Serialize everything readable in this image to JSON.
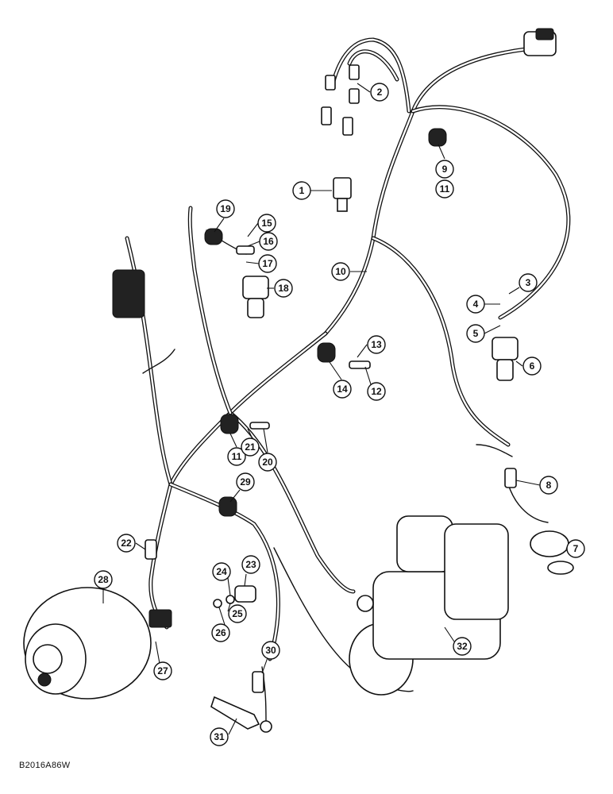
{
  "figure_code": "B2016A86W",
  "callouts": [
    "1",
    "2",
    "3",
    "4",
    "5",
    "6",
    "7",
    "8",
    "9",
    "10",
    "11",
    "12",
    "13",
    "14",
    "15",
    "16",
    "17",
    "18",
    "19",
    "20",
    "21",
    "22",
    "23",
    "24",
    "25",
    "26",
    "27",
    "28",
    "29",
    "30",
    "31",
    "32"
  ]
}
